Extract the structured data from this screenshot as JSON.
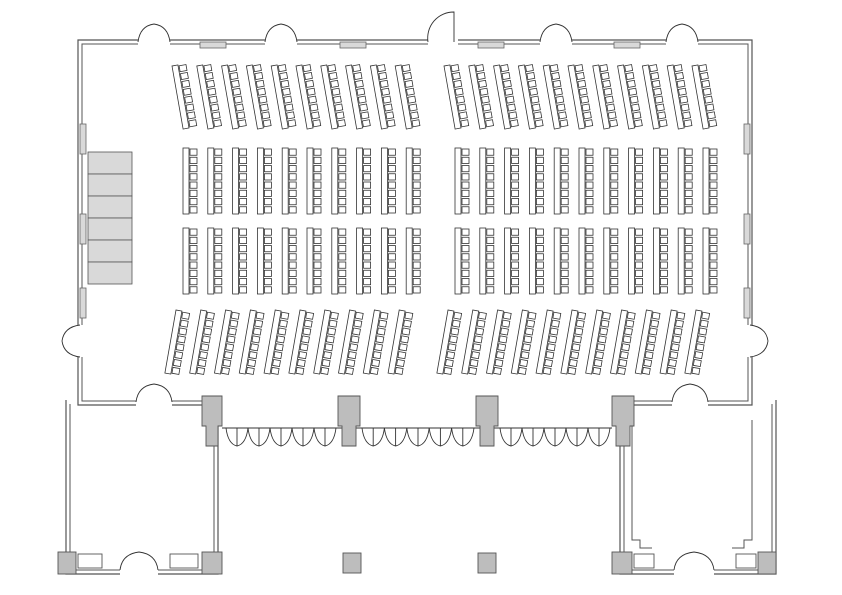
{
  "colors": {
    "background": "#ffffff",
    "wall": "#7a7a7a",
    "wall_fill": "#f2f2f2",
    "line": "#222222",
    "column": "#bdbdbd",
    "stage": "#d9d9d9"
  },
  "floor_plan": {
    "seating_sections": [
      {
        "name": "top-left",
        "columns": 10,
        "style": "angled"
      },
      {
        "name": "top-right",
        "columns": 11,
        "style": "angled"
      },
      {
        "name": "middle-upper-left",
        "columns": 10,
        "style": "straight"
      },
      {
        "name": "middle-upper-right",
        "columns": 11,
        "style": "straight"
      },
      {
        "name": "middle-lower-left",
        "columns": 10,
        "style": "straight"
      },
      {
        "name": "middle-lower-right",
        "columns": 11,
        "style": "straight"
      },
      {
        "name": "bottom-left",
        "columns": 10,
        "style": "angled"
      },
      {
        "name": "bottom-right",
        "columns": 11,
        "style": "angled"
      }
    ],
    "stage_panels": 6,
    "lobby_doors": 16
  }
}
